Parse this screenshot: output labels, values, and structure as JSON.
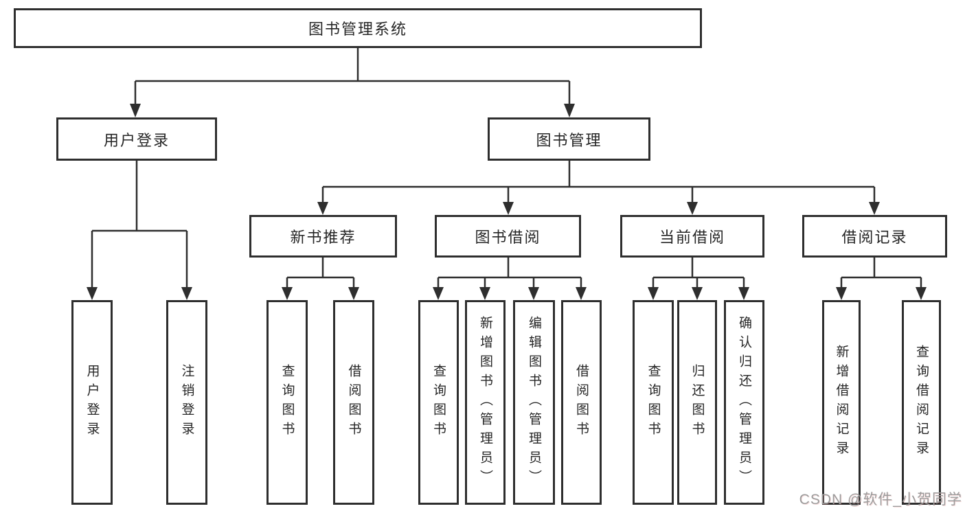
{
  "diagram": {
    "root": {
      "label": "图书管理系统"
    },
    "branches": [
      {
        "label": "用户登录",
        "children": [
          {
            "label": "用户登录"
          },
          {
            "label": "注销登录"
          }
        ]
      },
      {
        "label": "图书管理",
        "children": [
          {
            "label": "新书推荐",
            "children": [
              {
                "label": "查询图书"
              },
              {
                "label": "借阅图书"
              }
            ]
          },
          {
            "label": "图书借阅",
            "children": [
              {
                "label": "查询图书"
              },
              {
                "label": "新增图书（管理员）"
              },
              {
                "label": "编辑图书（管理员）"
              },
              {
                "label": "借阅图书"
              }
            ]
          },
          {
            "label": "当前借阅",
            "children": [
              {
                "label": "查询图书"
              },
              {
                "label": "归还图书"
              },
              {
                "label": "确认归还（管理员）"
              }
            ]
          },
          {
            "label": "借阅记录",
            "children": [
              {
                "label": "新增借阅记录"
              },
              {
                "label": "查询借阅记录"
              }
            ]
          }
        ]
      }
    ]
  },
  "watermark": {
    "text": "CSDN @软件_小贺同学"
  },
  "colors": {
    "line": "#2e2e2e",
    "box_border": "#2e2e2e",
    "text": "#262626",
    "watermark": "#9c9c9c",
    "background": "#ffffff"
  }
}
